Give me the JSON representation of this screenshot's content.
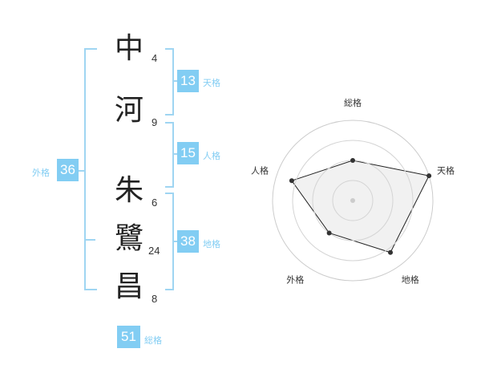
{
  "name_chars": [
    {
      "char": "中",
      "strokes": "4"
    },
    {
      "char": "河",
      "strokes": "9"
    },
    {
      "char": "朱",
      "strokes": "6"
    },
    {
      "char": "鷺",
      "strokes": "24"
    },
    {
      "char": "昌",
      "strokes": "8"
    }
  ],
  "kaku": {
    "tenkaku": {
      "value": "13",
      "label": "天格"
    },
    "jinkaku": {
      "value": "15",
      "label": "人格"
    },
    "chikaku": {
      "value": "38",
      "label": "地格"
    },
    "gaikaku": {
      "value": "36",
      "label": "外格"
    },
    "soukaku": {
      "value": "51",
      "label": "総格"
    }
  },
  "colors": {
    "accent": "#82cdf3",
    "bracket": "#9fd5f2"
  },
  "chart_data": {
    "type": "radar",
    "axes": [
      "総格",
      "天格",
      "地格",
      "外格",
      "人格"
    ],
    "values": [
      2.5,
      5,
      4,
      2.5,
      4
    ],
    "rmax": 5,
    "rings": 4
  }
}
